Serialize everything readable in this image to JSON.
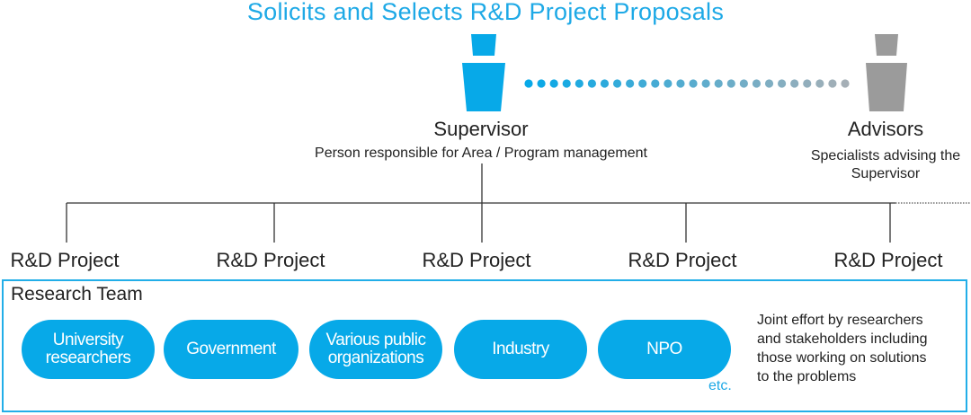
{
  "title": "Solicits and Selects R&D Project Proposals",
  "supervisor": {
    "name": "Supervisor",
    "description": "Person responsible for Area / Program management"
  },
  "advisors": {
    "name": "Advisors",
    "description_line1": "Specialists advising the",
    "description_line2": "Supervisor"
  },
  "projects": [
    "R&D Project",
    "R&D Project",
    "R&D Project",
    "R&D Project",
    "R&D Project"
  ],
  "research_team": {
    "title": "Research Team",
    "members": [
      {
        "line1": "University",
        "line2": "researchers"
      },
      {
        "line1": "Government",
        "line2": ""
      },
      {
        "line1": "Various public",
        "line2": "organizations"
      },
      {
        "line1": "Industry",
        "line2": ""
      },
      {
        "line1": "NPO",
        "line2": ""
      }
    ],
    "etc": "etc.",
    "description_lines": [
      "Joint effort by researchers",
      "and stakeholders including",
      "those working on solutions",
      "to the problems"
    ]
  },
  "colors": {
    "accent": "#1ea9e6",
    "supervisor_icon": "#07a9e8",
    "advisor_icon": "#9b9b9b",
    "pill": "#07a9e8"
  }
}
